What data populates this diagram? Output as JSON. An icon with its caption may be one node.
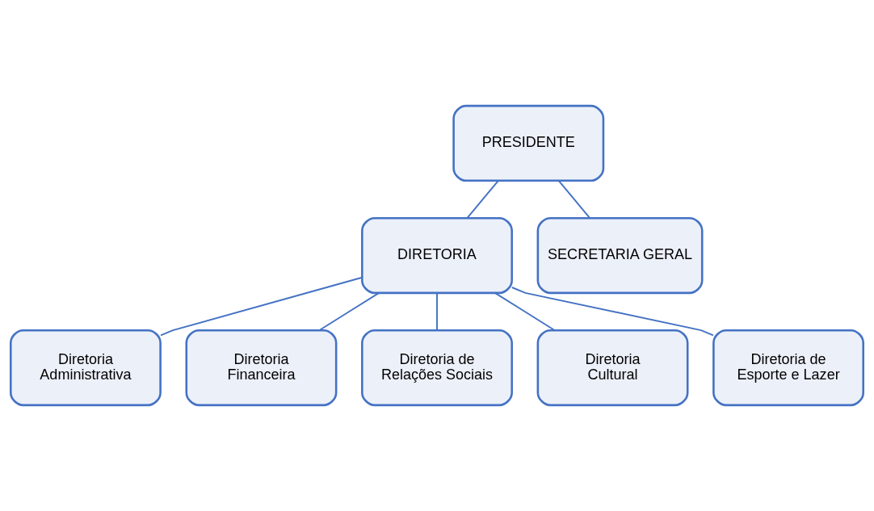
{
  "diagram": {
    "nodes": [
      {
        "text": [
          "PRESIDENTE"
        ]
      },
      {
        "text": [
          "DIRETORIA"
        ]
      },
      {
        "text": [
          "SECRETARIA GERAL"
        ]
      },
      {
        "text": [
          "Diretoria Administrativa"
        ]
      },
      {
        "text": [
          "Diretoria Financeira"
        ]
      },
      {
        "text": [
          "Diretoria de Relações Sociais"
        ]
      },
      {
        "text": [
          "Diretoria Cultural"
        ]
      },
      {
        "text": [
          "Diretoria de Esporte e Lazer"
        ]
      }
    ],
    "edges": [
      {
        "from": 0,
        "to": 1,
        "arrow": "none"
      },
      {
        "from": 0,
        "to": 2,
        "arrow": "none"
      },
      {
        "from": 1,
        "to": 3,
        "arrow": "none"
      },
      {
        "from": 1,
        "to": 4,
        "arrow": "none"
      },
      {
        "from": 1,
        "to": 5,
        "arrow": "none"
      },
      {
        "from": 1,
        "to": 6,
        "arrow": "none"
      },
      {
        "from": 1,
        "to": 7,
        "arrow": "none"
      }
    ]
  }
}
